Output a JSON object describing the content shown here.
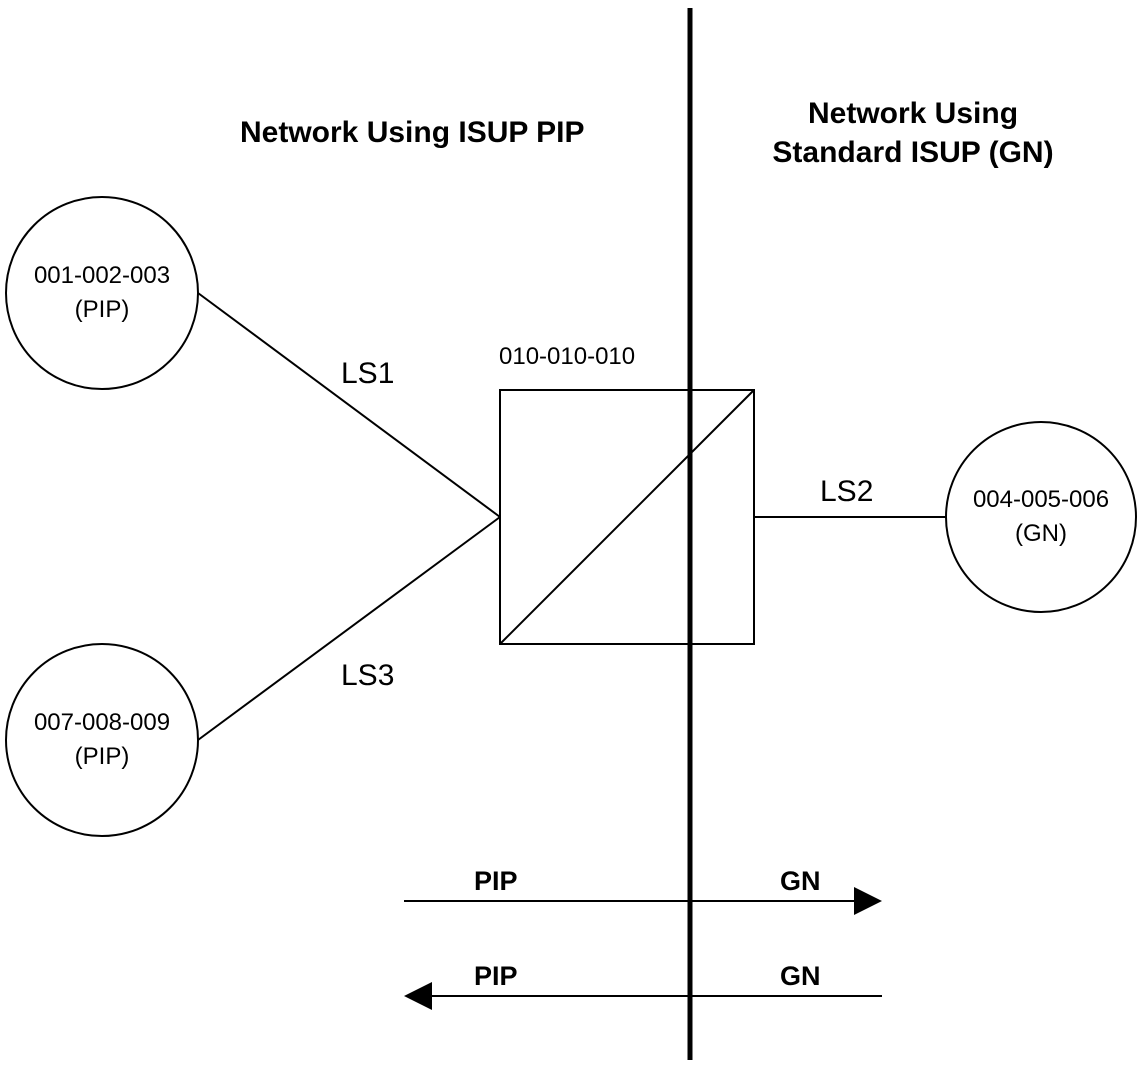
{
  "headings": {
    "left": "Network Using ISUP PIP",
    "right_line1": "Network Using",
    "right_line2": "Standard ISUP (GN)"
  },
  "nodes": {
    "node_a": {
      "id": "001-002-003",
      "type": "(PIP)"
    },
    "node_b": {
      "id": "007-008-009",
      "type": "(PIP)"
    },
    "node_c": {
      "id": "004-005-006",
      "type": "(GN)"
    },
    "gateway": {
      "id": "010-010-010"
    }
  },
  "linksets": {
    "ls1": "LS1",
    "ls2": "LS2",
    "ls3": "LS3"
  },
  "flows": {
    "forward": {
      "from": "PIP",
      "to": "GN"
    },
    "reverse": {
      "from": "GN",
      "to": "PIP"
    }
  }
}
